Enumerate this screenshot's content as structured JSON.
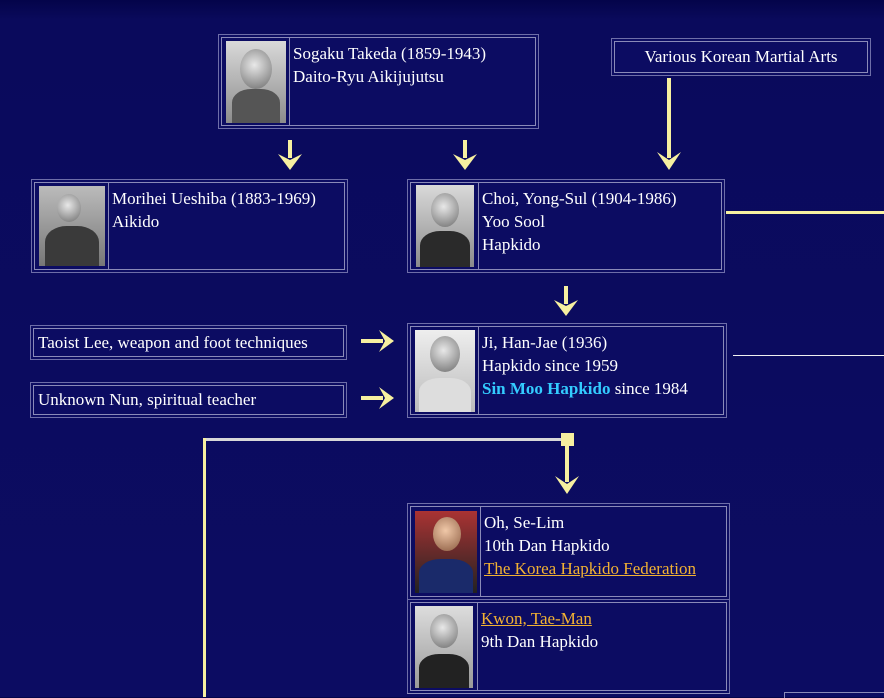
{
  "takeda": {
    "line1": "Sogaku Takeda (1859-1943)",
    "line2": "Daito-Ryu Aikijujutsu"
  },
  "korean_arts": {
    "label": "Various Korean Martial Arts"
  },
  "ueshiba": {
    "line1": "Morihei Ueshiba (1883-1969)",
    "line2": "Aikido"
  },
  "choi": {
    "line1": "Choi, Yong-Sul (1904-1986)",
    "line2": "Yoo Sool",
    "line3": "Hapkido"
  },
  "taoist": {
    "label": "Taoist Lee, weapon and foot techniques"
  },
  "nun": {
    "label": "Unknown Nun, spiritual teacher"
  },
  "ji": {
    "line1": "Ji, Han-Jae (1936)",
    "line2": "Hapkido since 1959",
    "line3_highlight": "Sin Moo Hapkido",
    "line3_rest": " since 1984"
  },
  "oh": {
    "line1": "Oh, Se-Lim",
    "line2": "10th Dan Hapkido",
    "link": "The Korea Hapkido Federation"
  },
  "kwon": {
    "name_link": "Kwon, Tae-Man",
    "line2": "9th Dan Hapkido"
  },
  "colors": {
    "background": "#0c0c62",
    "arrow": "#f7f0a0",
    "link": "#f2b233",
    "highlight": "#33ccff"
  }
}
